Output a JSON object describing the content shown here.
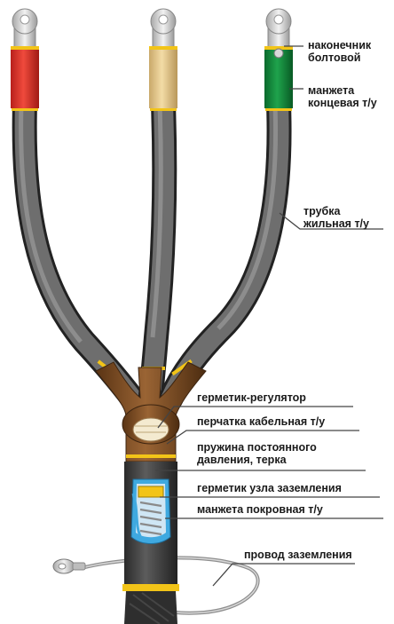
{
  "labels": {
    "lug": [
      "наконечник",
      "болтовой"
    ],
    "end_cuff": [
      "манжета",
      "концевая т/у"
    ],
    "core_tube": [
      "трубка",
      "жильная т/у"
    ],
    "sealant_regulator": [
      "герметик-регулятор"
    ],
    "glove": [
      "перчатка кабельная т/у"
    ],
    "spring": [
      "пружина постоянного",
      "давления, терка"
    ],
    "ground_sealant": [
      "герметик узла заземления"
    ],
    "cover_cuff": [
      "манжета покровная т/у"
    ],
    "ground_wire": [
      "провод заземления"
    ]
  },
  "colors": {
    "red_cuff": "#e0312b",
    "beige_cuff": "#e9cf94",
    "green_cuff": "#0f8a3a",
    "glove": "#7a4a24",
    "tube": "#4a4a4a",
    "band": "#f2c418",
    "sealant_blue": "#3fa9e0"
  }
}
